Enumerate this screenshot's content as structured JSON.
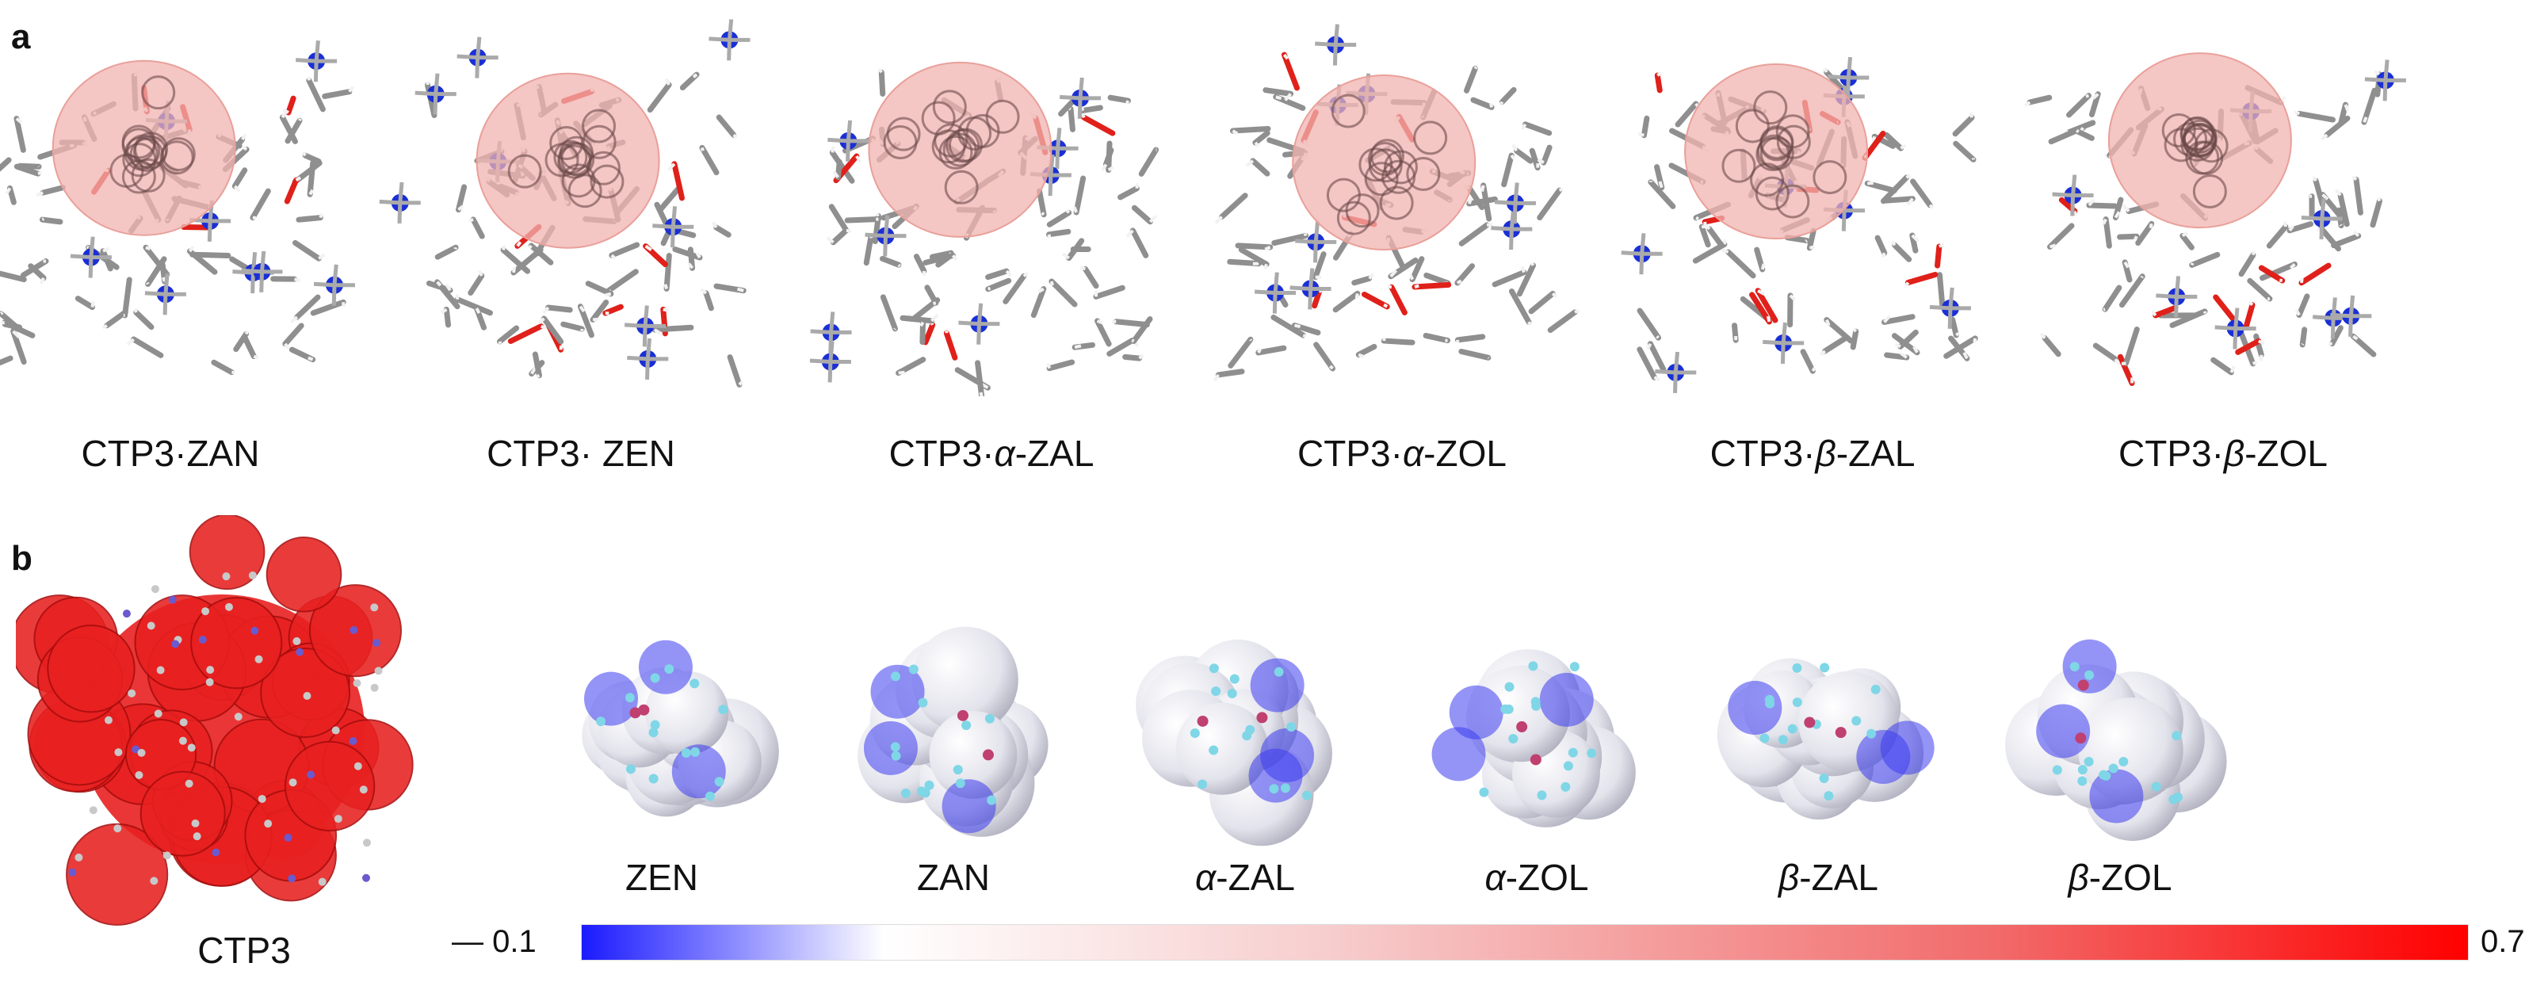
{
  "panels": {
    "a": {
      "letter": "a",
      "complexes": [
        {
          "pre": "CTP3·",
          "it": "",
          "post": "ZAN"
        },
        {
          "pre": "CTP3· ",
          "it": "",
          "post": "ZEN"
        },
        {
          "pre": "CTP3·",
          "it": "α",
          "post": "-ZAL"
        },
        {
          "pre": "CTP3·",
          "it": "α",
          "post": "-ZOL"
        },
        {
          "pre": "CTP3·",
          "it": "β",
          "post": "-ZAL"
        },
        {
          "pre": "CTP3·",
          "it": "β",
          "post": "-ZOL"
        }
      ]
    },
    "b": {
      "letter": "b",
      "host_label": "CTP3",
      "guests": [
        {
          "it": "",
          "post": "ZEN"
        },
        {
          "it": "",
          "post": "ZAN"
        },
        {
          "it": "α",
          "post": "-ZAL"
        },
        {
          "it": "α",
          "post": "-ZOL"
        },
        {
          "it": "β",
          "post": "-ZAL"
        },
        {
          "it": "β",
          "post": "-ZOL"
        }
      ]
    }
  },
  "colorbar": {
    "min_label": "— 0.1",
    "max_label": "0.7",
    "low_color": "#1a1aff",
    "mid_color": "#ffffff",
    "high_color": "#ff0000"
  },
  "colors": {
    "carbon": "#8f8f8f",
    "oxygen": "#e0201a",
    "nitrogen": "#1a2fd6",
    "hydrogen": "#f2f2f2",
    "guest_surface": "#f0b3b0",
    "host_esp": "#e82020"
  }
}
